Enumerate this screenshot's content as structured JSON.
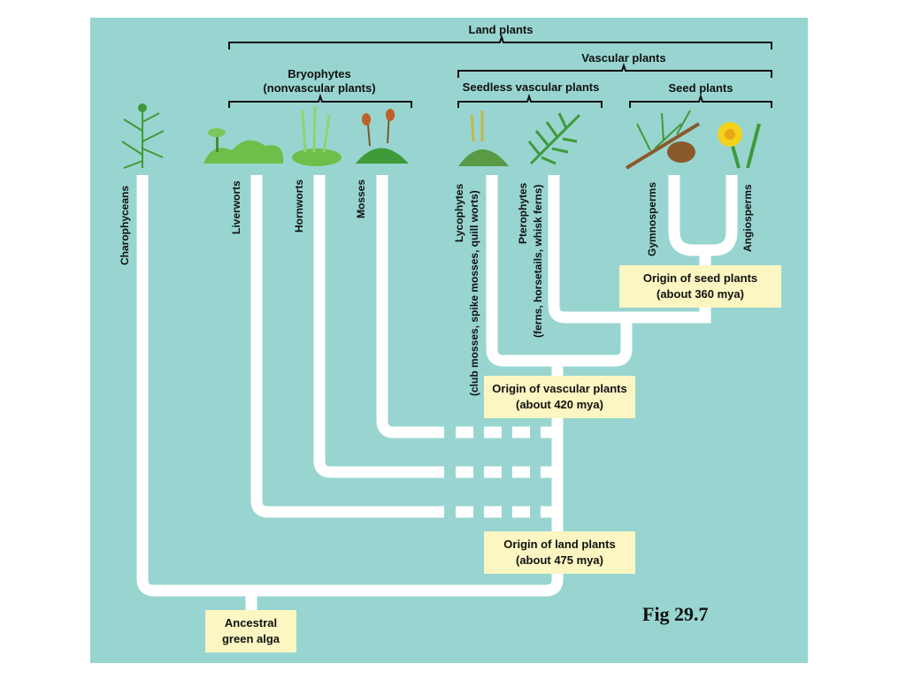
{
  "brackets": {
    "land_plants": "Land plants",
    "vascular_plants": "Vascular plants",
    "bryophytes_line1": "Bryophytes",
    "bryophytes_line2": "(nonvascular plants)",
    "seedless_vascular": "Seedless vascular plants",
    "seed_plants": "Seed plants"
  },
  "taxa": {
    "charophyceans": "Charophyceans",
    "liverworts": "Liverworts",
    "hornworts": "Hornworts",
    "mosses": "Mosses",
    "lycophytes_line1": "Lycophytes",
    "lycophytes_line2": "(club mosses, spike mosses, quill worts)",
    "pterophytes_line1": "Pterophytes",
    "pterophytes_line2": "(ferns, horsetails, whisk ferns)",
    "gymnosperms": "Gymnosperms",
    "angiosperms": "Angiosperms"
  },
  "origins": {
    "seed_line1": "Origin of seed plants",
    "seed_line2": "(about 360 mya)",
    "vascular_line1": "Origin of vascular plants",
    "vascular_line2": "(about 420 mya)",
    "land_line1": "Origin of land plants",
    "land_line2": "(about 475 mya)",
    "ancestor_line1": "Ancestral",
    "ancestor_line2": "green alga"
  },
  "figure_label": "Fig 29.7",
  "colors": {
    "background": "#98d5d0",
    "branch": "#ffffff",
    "origin_box": "#fbf6c2",
    "plant_green": "#3f9a3a",
    "flower_yellow": "#f2d21a",
    "cone_brown": "#8a5a2b"
  }
}
